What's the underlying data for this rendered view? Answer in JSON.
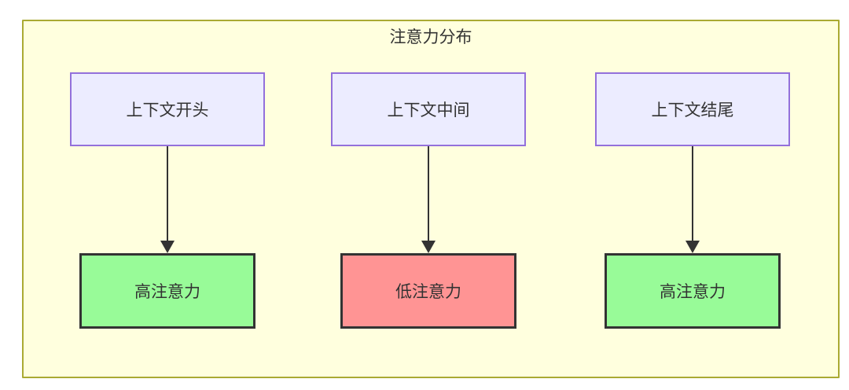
{
  "diagram": {
    "title": "注意力分布",
    "colors": {
      "text": "#333333",
      "cluster_fill": "#ffffde",
      "cluster_border": "#aaaa33",
      "source_fill": "#ECECFF",
      "source_border": "#9370DB",
      "result_border": "#333333",
      "high_fill": "#98FB98",
      "low_fill": "#FF9494",
      "arrow": "#333333"
    },
    "columns": [
      {
        "source_label": "上下文开头",
        "result_label": "高注意力",
        "result_level": "high"
      },
      {
        "source_label": "上下文中间",
        "result_label": "低注意力",
        "result_level": "low"
      },
      {
        "source_label": "上下文结尾",
        "result_label": "高注意力",
        "result_level": "high"
      }
    ]
  }
}
